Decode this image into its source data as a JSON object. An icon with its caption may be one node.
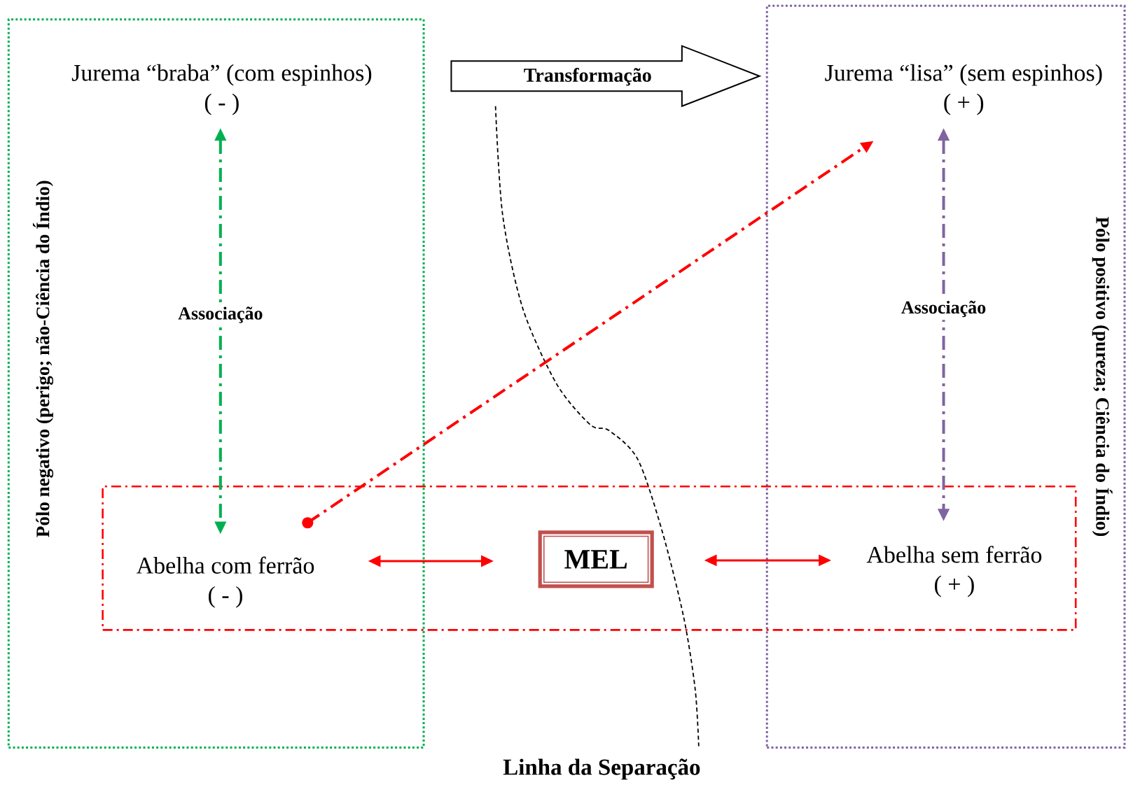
{
  "diagram": {
    "nodes": [
      {
        "text": [
          "Pólo negativo (perigo; não-Ciência do Índio)"
        ]
      },
      {
        "text": [
          "Pólo positivo (pureza; Ciência do Índio)"
        ]
      },
      {
        "text": [
          "Jurema “braba” (com espinhos)",
          "( - )"
        ],
        "in": 0
      },
      {
        "text": [
          "Jurema “lisa” (sem espinhos)",
          "( + )"
        ],
        "in": 1
      },
      {
        "text": [],
        "shape": "box"
      },
      {
        "text": [
          "Abelha com ferrão",
          "( - )"
        ]
      },
      {
        "text": [
          "MEL"
        ],
        "in": 4
      },
      {
        "text": [
          "Abelha sem ferrão",
          "( + )"
        ]
      }
    ],
    "edges": [
      {
        "from": 2,
        "to": 3,
        "arrow": "to",
        "label": "Transformação",
        "style": "thick",
        "color": "#000000"
      },
      {
        "from": 2,
        "to": 5,
        "arrow": "both",
        "label": "Associação",
        "style": "dashed",
        "color": "#00b050"
      },
      {
        "from": 3,
        "to": 7,
        "arrow": "both",
        "label": "Associação",
        "style": "dashed",
        "color": "#8064a2"
      },
      {
        "from": 5,
        "to": 3,
        "arrow": "to",
        "style": "dashed"
      },
      {
        "from": 5,
        "to": 6,
        "arrow": "both"
      },
      {
        "from": 6,
        "to": 7,
        "arrow": "both"
      }
    ],
    "labels": [
      "Linha da Separação"
    ]
  }
}
